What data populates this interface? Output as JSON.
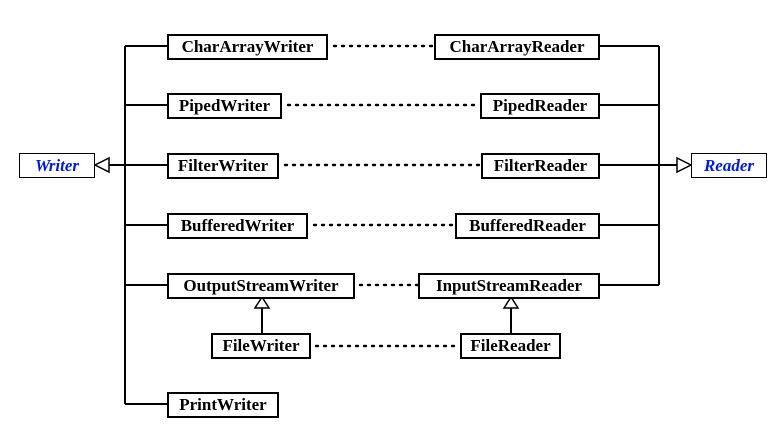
{
  "diagram": {
    "writer_root": "Writer",
    "reader_root": "Reader",
    "writer_classes": {
      "char_array": "CharArrayWriter",
      "piped": "PipedWriter",
      "filter": "FilterWriter",
      "buffered": "BufferedWriter",
      "output_stream": "OutputStreamWriter",
      "file": "FileWriter",
      "print": "PrintWriter"
    },
    "reader_classes": {
      "char_array": "CharArrayReader",
      "piped": "PipedReader",
      "filter": "FilterReader",
      "buffered": "BufferedReader",
      "input_stream": "InputStreamReader",
      "file": "FileReader"
    },
    "colors": {
      "abstract_text": "#0018e8",
      "lines": "#000000"
    }
  }
}
